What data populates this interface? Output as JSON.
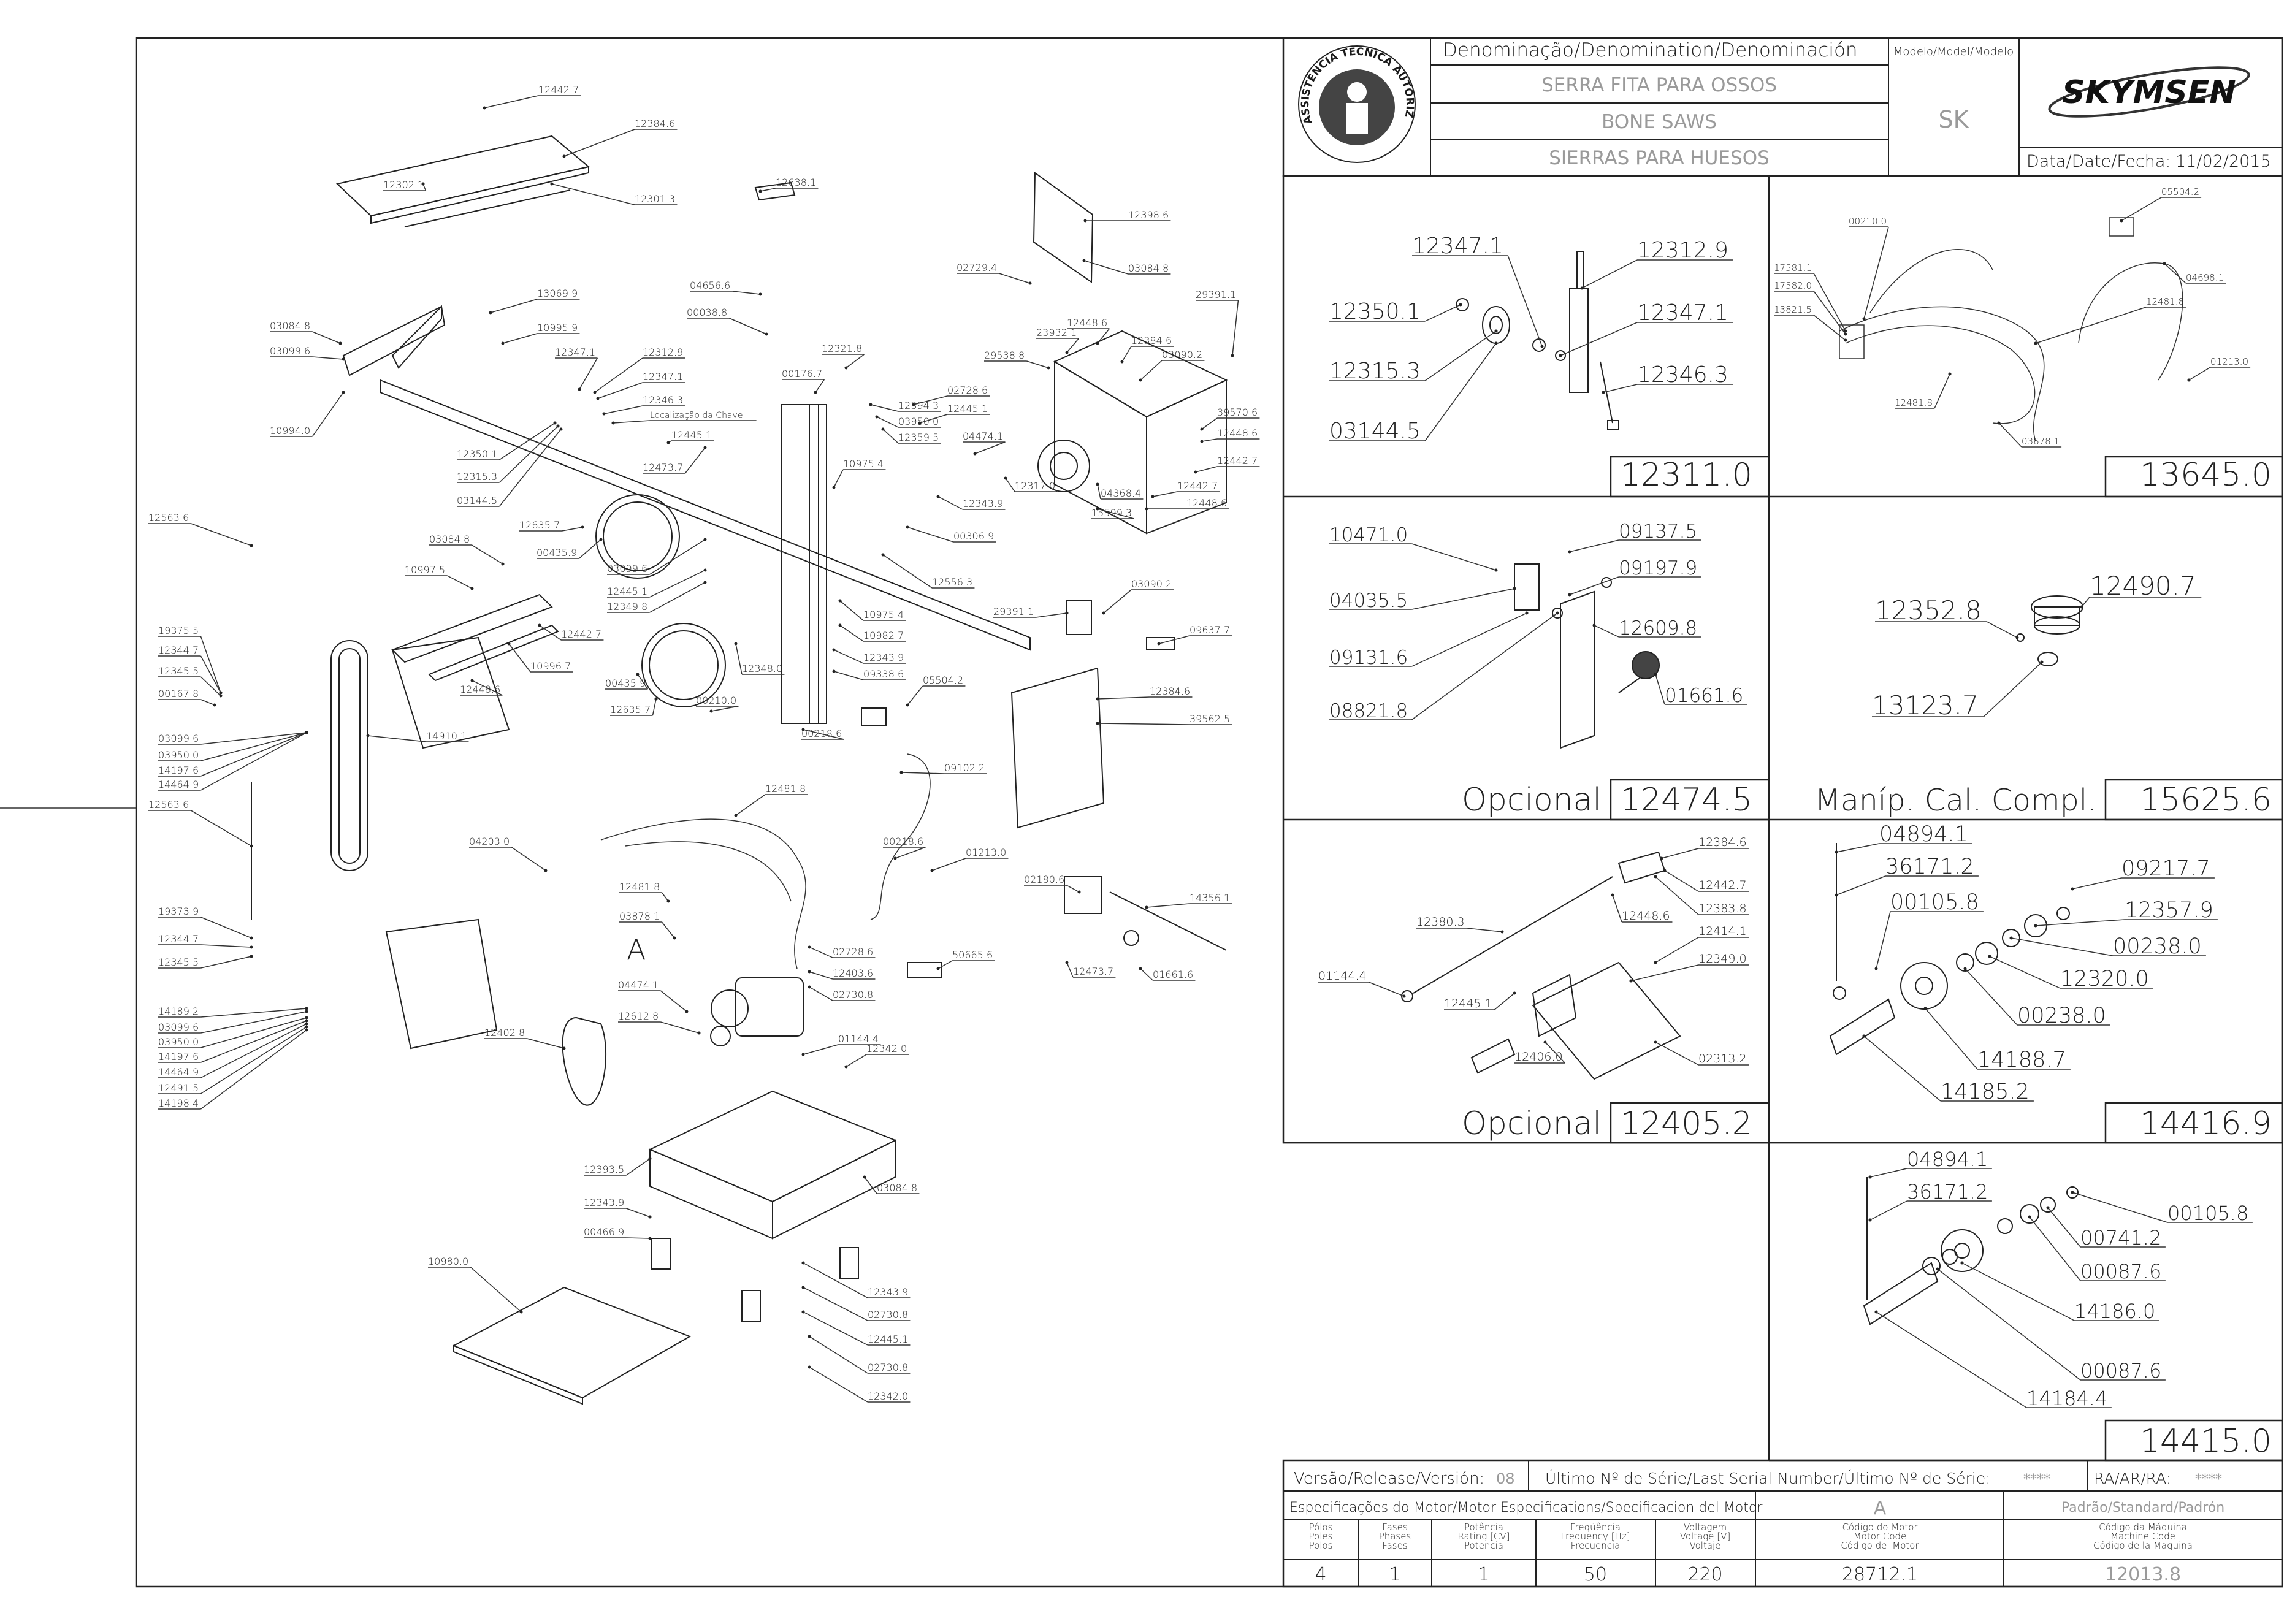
{
  "title_block": {
    "denomination_header": "Denominação/Denomination/Denominación",
    "names": [
      "SERRA FITA PARA OSSOS",
      "BONE SAWS",
      "SIERRAS PARA HUESOS"
    ],
    "model_header": "Modelo/Model/Modelo",
    "model": "SK",
    "brand": "SKYMSEN",
    "seal_text": "ASSISTÊNCIA TÉCNICA AUTORIZADA",
    "date_label": "Data/Date/Fecha:",
    "date": "11/02/2015"
  },
  "main_labels": [
    "12442.7",
    "12384.6",
    "12302.1",
    "12301.3",
    "12638.1",
    "12398.6",
    "03084.8",
    "02729.4",
    "04656.6",
    "00038.8",
    "03084.8",
    "03099.6",
    "10994.0",
    "13069.9",
    "10995.9",
    "12347.1",
    "12312.9",
    "12347.1",
    "12346.3",
    "Localização da Chave",
    "12445.1",
    "12350.1",
    "12315.3",
    "03144.5",
    "12473.7",
    "12321.8",
    "00176.7",
    "12394.3",
    "03950.0",
    "12359.5",
    "02728.6",
    "12445.1",
    "04474.1",
    "23932.1",
    "12448.6",
    "12384.6",
    "29538.8",
    "03090.2",
    "29391.1",
    "39570.6",
    "12448.6",
    "12442.7",
    "12442.7",
    "12448.6",
    "04368.4",
    "15599.3",
    "12317.0",
    "12343.9",
    "10975.4",
    "00306.9",
    "12556.3",
    "12635.7",
    "00435.9",
    "12563.6",
    "03084.8",
    "10997.5",
    "03099.6",
    "12445.1",
    "12349.8",
    "12442.7",
    "10996.7",
    "12448.6",
    "10975.4",
    "10982.7",
    "12348.0",
    "12343.9",
    "09338.6",
    "29391.1",
    "03090.2",
    "09637.7",
    "12384.6",
    "39562.5",
    "19375.5",
    "12344.7",
    "12345.5",
    "00167.8",
    "03099.6",
    "03950.0",
    "14197.6",
    "14464.9",
    "00435.9",
    "12635.7",
    "00210.0",
    "14910.1",
    "00218.6",
    "05504.2",
    "09102.2",
    "12563.6",
    "12481.8",
    "04203.0",
    "00218.6",
    "01213.0",
    "19373.9",
    "12344.7",
    "12345.5",
    "12481.8",
    "02180.6",
    "14356.1",
    "03878.1",
    "02728.6",
    "12403.6",
    "02730.8",
    "50665.6",
    "12473.7",
    "01661.6",
    "14189.2",
    "03099.6",
    "03950.0",
    "14197.6",
    "14464.9",
    "12491.5",
    "14198.4",
    "04474.1",
    "12612.8",
    "12402.8",
    "01144.4",
    "12342.0",
    "12393.5",
    "03084.8",
    "12343.9",
    "00466.9",
    "10980.0",
    "12343.9",
    "02730.8",
    "12445.1",
    "02730.8",
    "12342.0"
  ],
  "main_letter": "A",
  "panels": {
    "p12311": {
      "code": "12311.0",
      "labels": [
        "12347.1",
        "12312.9",
        "12350.1",
        "12347.1",
        "12315.3",
        "12346.3",
        "03144.5"
      ]
    },
    "p13645": {
      "code": "13645.0",
      "labels": [
        "05504.2",
        "00210.0",
        "17581.1",
        "17582.0",
        "13821.5",
        "04698.1",
        "12481.8",
        "01213.0",
        "12481.8",
        "03678.1"
      ]
    },
    "p12474": {
      "caption": "Opcional",
      "code": "12474.5",
      "labels": [
        "10471.0",
        "09137.5",
        "04035.5",
        "09197.9",
        "09131.6",
        "12609.8",
        "01661.6",
        "08821.8"
      ]
    },
    "p15625": {
      "caption": "Maníp. Cal. Compl.",
      "code": "15625.6",
      "labels": [
        "12352.8",
        "12490.7",
        "13123.7"
      ]
    },
    "p12405": {
      "caption": "Opcional",
      "code": "12405.2",
      "labels": [
        "12384.6",
        "12442.7",
        "12383.8",
        "12380.3",
        "12448.6",
        "12414.1",
        "12349.0",
        "01144.4",
        "12445.1",
        "12406.0",
        "02313.2"
      ]
    },
    "p14416": {
      "code": "14416.9",
      "labels": [
        "04894.1",
        "36171.2",
        "09217.7",
        "00105.8",
        "12357.9",
        "00238.0",
        "12320.0",
        "00238.0",
        "14188.7",
        "14185.2"
      ]
    },
    "p14415": {
      "code": "14415.0",
      "labels": [
        "04894.1",
        "36171.2",
        "00105.8",
        "00741.2",
        "00087.6",
        "14186.0",
        "00087.6",
        "14184.4"
      ]
    }
  },
  "footer": {
    "version_label": "Versão/Release/Versión:",
    "version": "08",
    "serial_label": "Último Nº de Série/Last Serial Number/Último Nº de Série:",
    "serial": "****",
    "ra_label": "RA/AR/RA:",
    "ra": "****",
    "motor_spec_label": "Especificações do Motor/Motor Especifications/Specificacion del Motor",
    "motor_letter": "A",
    "standard_label": "Padrão/Standard/Padrón",
    "columns": [
      {
        "header": [
          "Pólos",
          "Poles",
          "Polos"
        ],
        "value": "4"
      },
      {
        "header": [
          "Fases",
          "Phases",
          "Fases"
        ],
        "value": "1"
      },
      {
        "header": [
          "Potência",
          "Rating [CV]",
          "Potencia"
        ],
        "value": "1"
      },
      {
        "header": [
          "Freqüência",
          "Frequency [Hz]",
          "Frecuencia"
        ],
        "value": "50"
      },
      {
        "header": [
          "Voltagem",
          "Voltage [V]",
          "Voltaje"
        ],
        "value": "220"
      },
      {
        "header": [
          "Código do Motor",
          "Motor Code",
          "Código del Motor"
        ],
        "value": "28712.1"
      },
      {
        "header": [
          "Código da Máquina",
          "Machine Code",
          "Código de la Maquina"
        ],
        "value": "12013.8"
      }
    ]
  }
}
